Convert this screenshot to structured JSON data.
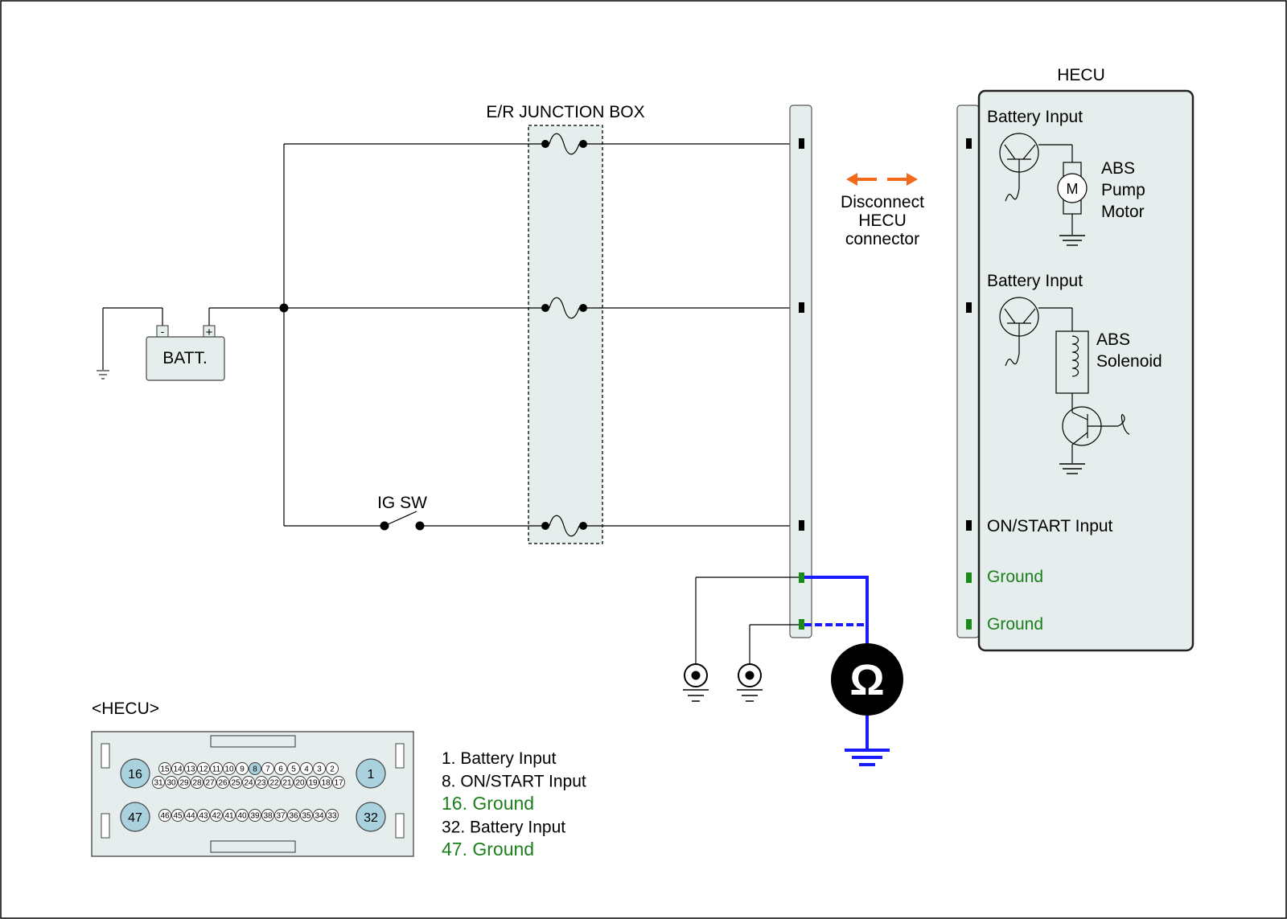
{
  "junction_box": {
    "title": "E/R JUNCTION BOX"
  },
  "battery": {
    "label": "BATT.",
    "neg": "-",
    "pos": "+"
  },
  "ig_switch": {
    "label": "IG SW"
  },
  "action": {
    "line1": "Disconnect",
    "line2": "HECU",
    "line3": "connector",
    "arrow_color": "#f06a1a"
  },
  "meter": {
    "symbol": "Ω",
    "probe_color": "#1a1aff"
  },
  "hecu": {
    "title": "HECU",
    "battery_input_1": "Battery Input",
    "battery_input_2": "Battery Input",
    "pump": {
      "l1": "ABS",
      "l2": "Pump",
      "l3": "Motor",
      "motor_symbol": "M"
    },
    "solenoid": {
      "l1": "ABS",
      "l2": "Solenoid"
    },
    "on_start": "ON/START Input",
    "ground_1": "Ground",
    "ground_2": "Ground"
  },
  "connector": {
    "title": "<HECU>",
    "corner_pins": [
      "16",
      "1",
      "47",
      "32"
    ],
    "row1": [
      "15",
      "14",
      "13",
      "12",
      "11",
      "10",
      "9",
      "8",
      "7",
      "6",
      "5",
      "4",
      "3",
      "2"
    ],
    "row2": [
      "31",
      "30",
      "29",
      "28",
      "27",
      "26",
      "25",
      "24",
      "23",
      "22",
      "21",
      "20",
      "19",
      "18",
      "17"
    ],
    "row3": [
      "46",
      "45",
      "44",
      "43",
      "42",
      "41",
      "40",
      "39",
      "38",
      "37",
      "36",
      "35",
      "34",
      "33"
    ],
    "highlight_pin": "8"
  },
  "legend": [
    {
      "text": "1. Battery Input",
      "color": "#000000"
    },
    {
      "text": "8. ON/START Input",
      "color": "#000000"
    },
    {
      "text": "16. Ground",
      "color": "#1b7f1b"
    },
    {
      "text": "32. Battery Input",
      "color": "#000000"
    },
    {
      "text": "47. Ground",
      "color": "#1b7f1b"
    }
  ],
  "colors": {
    "panel_fill": "#e6eded",
    "ground_green": "#1b7f1b",
    "pin_highlight": "#a9d1de"
  }
}
